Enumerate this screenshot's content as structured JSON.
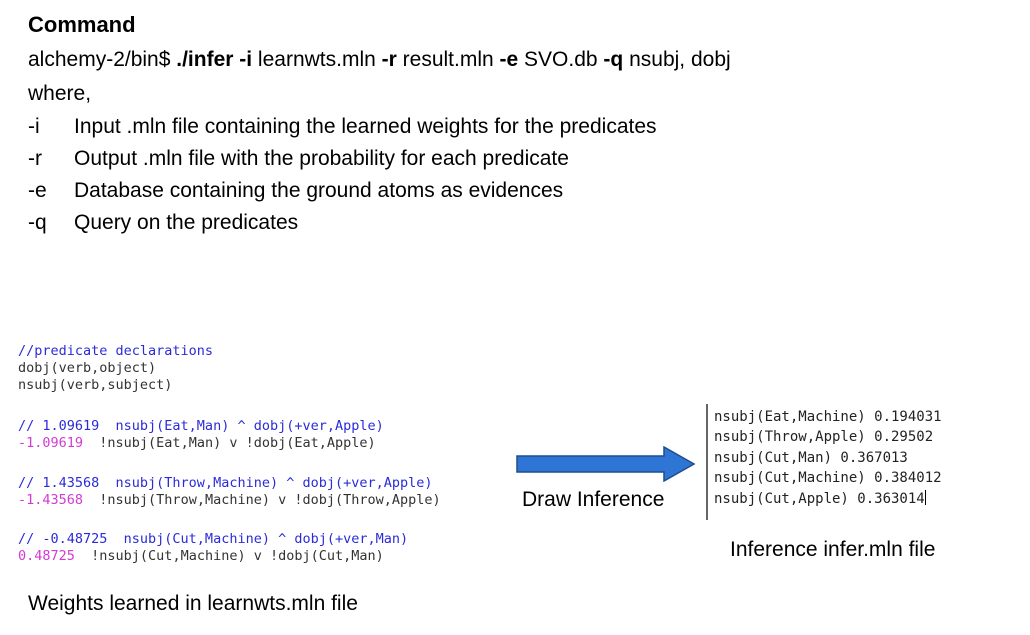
{
  "command": {
    "title": "Command",
    "prompt": "alchemy-2/bin$ ",
    "parts": [
      {
        "t": "./infer -i",
        "b": true
      },
      {
        "t": " learnwts.mln ",
        "b": false
      },
      {
        "t": "-r",
        "b": true
      },
      {
        "t": " result.mln ",
        "b": false
      },
      {
        "t": "-e",
        "b": true
      },
      {
        "t": " SVO.db ",
        "b": false
      },
      {
        "t": "-q",
        "b": true
      },
      {
        "t": " nsubj, dobj",
        "b": false
      }
    ],
    "where": "where,",
    "options": [
      {
        "flag": "-i",
        "desc": "Input .mln file containing the learned weights for the predicates"
      },
      {
        "flag": "-r",
        "desc": "Output .mln file with the probability for each predicate"
      },
      {
        "flag": "-e",
        "desc": "Database containing the ground atoms as evidences"
      },
      {
        "flag": "-q",
        "desc": "Query on the predicates"
      }
    ]
  },
  "learnwts": {
    "decl_comment": "//predicate declarations",
    "decl_1": "dobj(verb,object)",
    "decl_2": "nsubj(verb,subject)",
    "rules": [
      {
        "comment": "// 1.09619  nsubj(Eat,Man) ^ dobj(+ver,Apple)",
        "weight": "-1.09619",
        "formula": "  !nsubj(Eat,Man) v !dobj(Eat,Apple)"
      },
      {
        "comment": "// 1.43568  nsubj(Throw,Machine) ^ dobj(+ver,Apple)",
        "weight": "-1.43568",
        "formula": "  !nsubj(Throw,Machine) v !dobj(Throw,Apple)"
      },
      {
        "comment": "// -0.48725  nsubj(Cut,Machine) ^ dobj(+ver,Man)",
        "weight": "0.48725",
        "formula": "  !nsubj(Cut,Machine) v !dobj(Cut,Man)"
      }
    ],
    "caption": "Weights learned in learnwts.mln file"
  },
  "arrow": {
    "label": "Draw Inference",
    "color": "#2e75d6"
  },
  "infer": {
    "lines": [
      "nsubj(Eat,Machine) 0.194031",
      "nsubj(Throw,Apple) 0.29502",
      "nsubj(Cut,Man) 0.367013",
      "nsubj(Cut,Machine) 0.384012",
      "nsubj(Cut,Apple) 0.363014"
    ],
    "caption": "Inference infer.mln file"
  }
}
